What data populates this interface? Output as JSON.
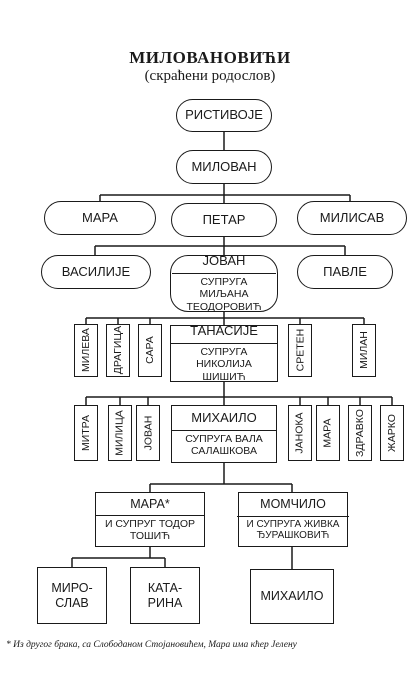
{
  "title": "МИЛОВАНОВИЋИ",
  "subtitle": "(скраћени родослов)",
  "gen1": {
    "ristivoje": "РИСТИВОЈЕ"
  },
  "gen2": {
    "milovan": "МИЛОВАН"
  },
  "gen3": {
    "mara": "МАРА",
    "petar": "ПЕТАР",
    "milisav": "МИЛИСАВ"
  },
  "gen4": {
    "vasilije": "ВАСИЛИЈЕ",
    "jovan": "ЈОВАН",
    "jovan_spouse": "СУПРУГА МИЉАНА ТЕОДОРОВИЋ",
    "pavle": "ПАВЛЕ"
  },
  "gen5": {
    "mileva": "МИЛЕВА",
    "dragica": "ДРАГИЦА",
    "sara": "САРА",
    "tanasije": "ТАНАСИЈЕ",
    "tanasije_spouse": "СУПРУГА НИКОЛИЈА ШИШИЋ",
    "sreten": "СРЕТЕН",
    "milan": "МИЛАН"
  },
  "gen6": {
    "mitra": "МИТРА",
    "milica": "МИЛИЦА",
    "jovan": "ЈОВАН",
    "mihailo": "МИХАИЛО",
    "mihailo_spouse": "СУПРУГА ВАЛА САЛАШКОВА",
    "janoka": "ЈАНОКА",
    "mara": "МАРА",
    "zdravko": "ЗДРАВКО",
    "zarko": "ЖАРКО"
  },
  "gen7": {
    "mara": "МАРА*",
    "mara_spouse": "И СУПРУГ ТОДОР ТОШИЋ",
    "momcilo": "МОМЧИЛО",
    "momcilo_spouse": "И СУПРУГА ЖИВКА ЂУРАШКОВИЋ"
  },
  "gen8": {
    "miroslav": "МИРО- СЛАВ",
    "katarina": "КАТА- РИНА",
    "mihailo": "МИХАИЛО"
  },
  "footnote": "* Из другог брака, са Слободаном Стојановићем, Мара има кћер Јелену"
}
